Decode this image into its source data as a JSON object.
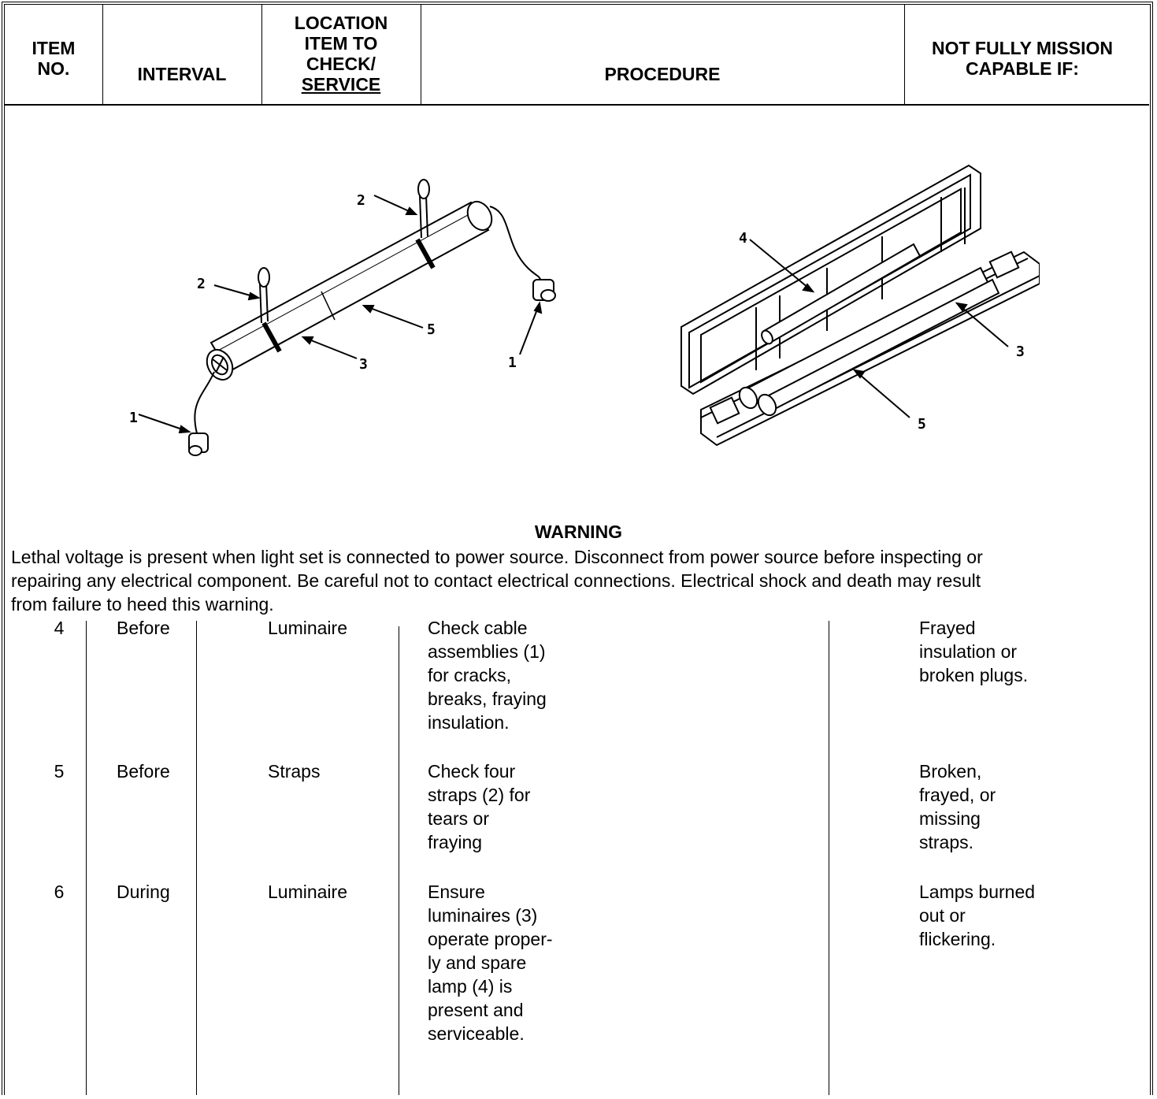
{
  "header": {
    "item_no": "ITEM NO.",
    "item_no_l1": "ITEM",
    "item_no_l2": "NO.",
    "interval": "INTERVAL",
    "location_l1": "LOCATION",
    "location_l2": "ITEM TO",
    "location_l3": "CHECK/",
    "location_l4": "SERVICE",
    "procedure": "PROCEDURE",
    "nmc_l1": "NOT FULLY MISSION",
    "nmc_l2": "CAPABLE IF:"
  },
  "illustration": {
    "left_callouts": [
      "1",
      "2",
      "2",
      "3",
      "5",
      "1"
    ],
    "right_callouts": [
      "4",
      "3",
      "5"
    ]
  },
  "warning": {
    "title": "WARNING",
    "line1": "Lethal voltage is present when light set is connected to power source.  Disconnect from power source before inspecting or",
    "line2": "repairing any electrical component.  Be careful not to contact electrical connections.  Electrical shock and death may result",
    "line3": "from failure to heed this warning."
  },
  "rows": [
    {
      "item": "4",
      "interval": "Before",
      "location": "Luminaire",
      "procedure": [
        "Check cable",
        "assemblies (1)",
        "for cracks,",
        "breaks, fraying",
        "insulation."
      ],
      "nmc": [
        "Frayed",
        "insulation or",
        "broken plugs."
      ]
    },
    {
      "item": "5",
      "interval": "Before",
      "location": "Straps",
      "procedure": [
        "Check four",
        "straps (2) for",
        "tears or",
        "fraying"
      ],
      "nmc": [
        "Broken,",
        "frayed, or",
        "missing",
        "straps."
      ]
    },
    {
      "item": "6",
      "interval": "During",
      "location": "Luminaire",
      "procedure": [
        "Ensure",
        "luminaires (3)",
        "operate proper-",
        "ly and spare",
        "lamp (4) is",
        "present and",
        "serviceable."
      ],
      "nmc": [
        "Lamps burned",
        "out or",
        "flickering."
      ]
    }
  ]
}
